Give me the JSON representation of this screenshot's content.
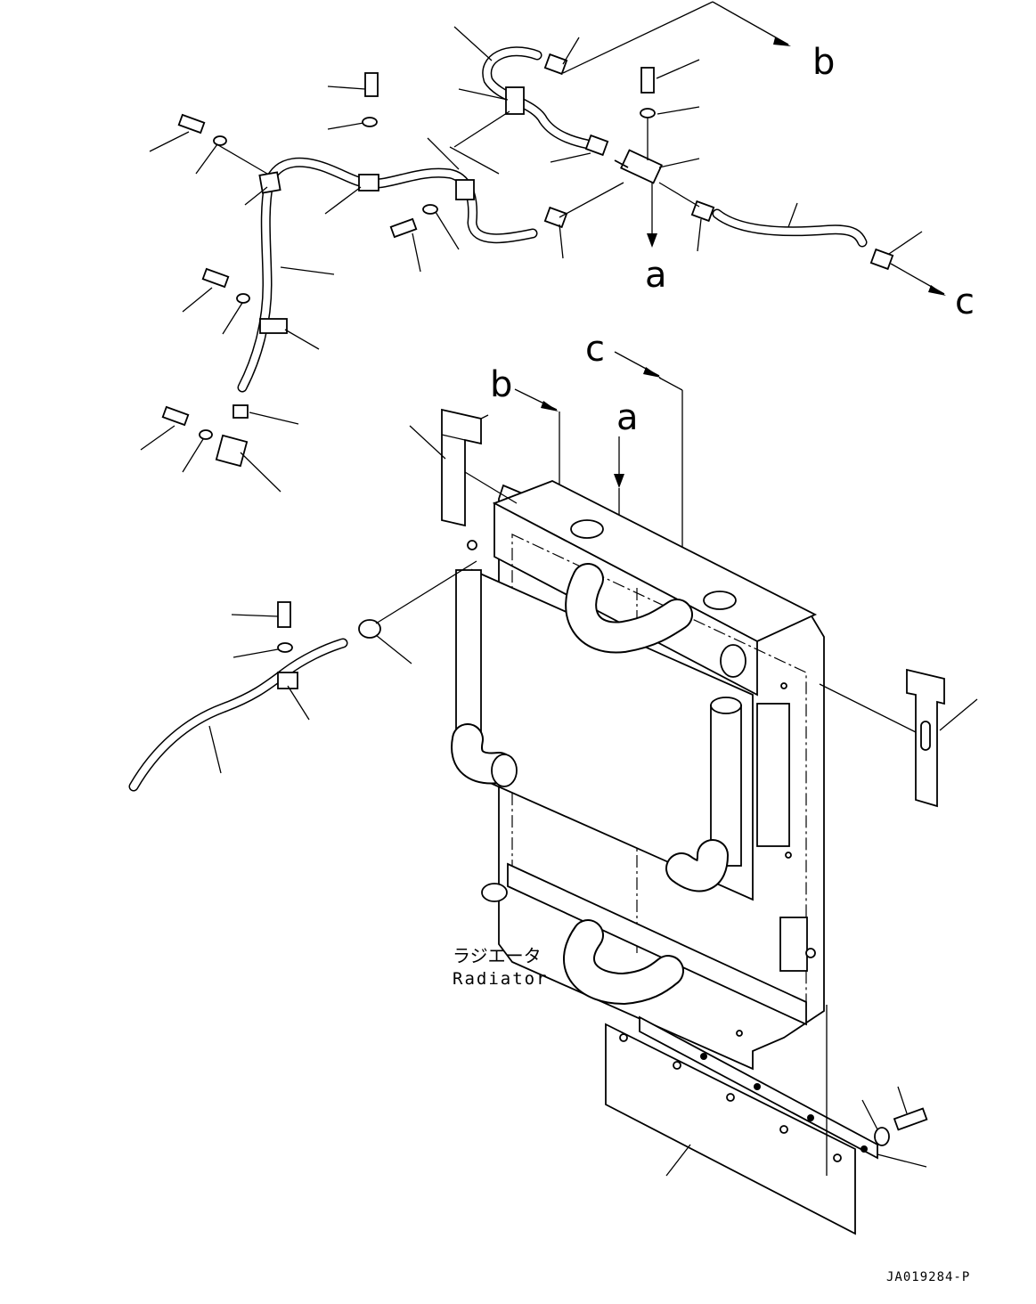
{
  "labels": {
    "a_top": "a",
    "b_top": "b",
    "c_top": "c",
    "a_radiator": "a",
    "b_radiator": "b",
    "c_radiator": "c"
  },
  "radiator": {
    "label_jp": "ラジエータ",
    "label_en": "Radiator"
  },
  "drawing_code": "JA019284-P"
}
